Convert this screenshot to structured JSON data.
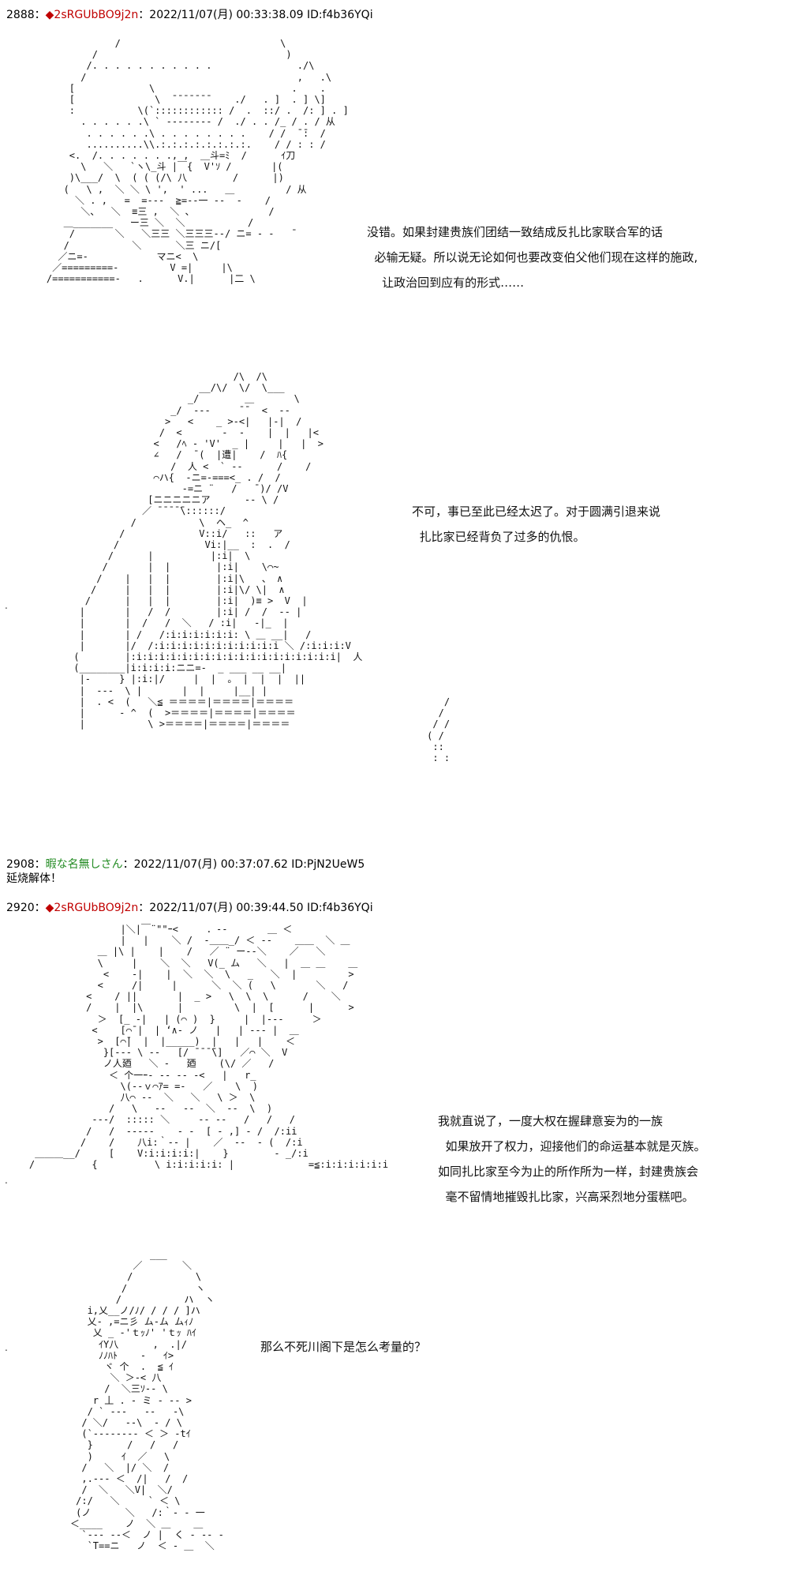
{
  "posts": [
    {
      "number": "2888",
      "separator": "：",
      "diamond": "◆",
      "name": "2sRGUbBO9j2n",
      "meta": "：2022/11/07(月) 00:33:38.09 ID:f4b36YQi",
      "dialog": "没错。如果封建贵族们团结一致结成反扎比家联合军的话\n  必输无疑。所以说无论如何也要改变伯父他们现在这样的施政,\n    让政治回到应有的形式……"
    },
    {
      "dialog": "不可，事已至此已经太迟了。对于圆满引退来说\n  扎比家已经背负了过多的仇恨。"
    },
    {
      "number": "2908",
      "separator": "：",
      "name": "暇な名無しさん",
      "meta": "：2022/11/07(月) 00:37:07.62 ID:PjN2UeW5",
      "body": "延烧解体！"
    },
    {
      "number": "2920",
      "separator": "：",
      "diamond": "◆",
      "name": "2sRGUbBO9j2n",
      "meta": "：2022/11/07(月) 00:39:44.50 ID:f4b36YQi",
      "dialog": "我就直说了，一度大权在握肆意妄为的一族\n  如果放开了权力，迎接他们的命运基本就是灭族。\n如同扎比家至今为止的所作所为一样，封建贵族会\n  毫不留情地摧毁扎比家，兴高采烈地分蛋糕吧。"
    },
    {
      "dialog": "那么不死川阁下是怎么考量的？"
    }
  ],
  "ascii_art": {
    "aa1": "                /                            \\\n            /                                 )\n           /. . . . . . . . . . .               ./\\\n          /                                     ,   .\\\n        [             \\                        .    .\n        [              \\  ̄ ̄ ̄ ̄ ̄ ̄ ̄     ./   . ]  . ] \\]\n        :           \\(`:::::::::::: /  .  ::/ .  /: ] . ]\n          . . . . . .\\ ` ‐‐‐‐‐‐‐‐ /  ./ . . /_ / . / 从\n           . . . . . .\\ . . . . . . . .    / /  ̄ ̄:  /\n           ..........\\\\.:.:.:.:.:.:.:.:.    / / : : /\n        <.  /. . . . . . ., ,  ＿斗=ﾐ  /      ｲ刀\n          \\   ＼   `ヽ\\_斗 |￣{  V'ｿ /       |(\n        )\\___/  \\  ( ( (/\\ 八        /      |)\n       (   \\ ,  ＼ ＼ \\ ',  ' ...   ＿         / 从\n         ＼ . ,   =  =-‐-  ≧=--一 ‐‐  -    /\n          ＼、  ＼  ≡三 ,  ＼ 、             /\n       ＿_______   ー三 ＼  ＼           /\n        /       ＼   ＼三三 ＼三三三--/ ニ= - -   ̄\n       /           ＼      ＼三 ニ/[\n      ／ニ=-            マニ<  \\\n     ／=========-         V =|     |\\\n    /===========-   .      V.|      |二 \\",
    "aa2": "                                  /\\  /\\\n                            __/\\/  \\/  \\___\n                          _/        ＿       \\\n                       _/  ‐‐‐     ̄ ̄   <  ‐‐\n                      >   <    _ >‐<|   |‐|  /\n                     /  <       ‐  ‐    |  |   |<\n                    <   /ﾍ ‐ 'V'  _ |     |   |  >\n                    ∠   /  ̄ (  |遭|    /  ﾊ{\n                       /  人 <  ` ‐‐      /    /\n                    ⌒ハ{  ‐ニ=‐===<_ . /  /\n                         ‐=ニ ¨   /   ̄ )/ /V\n                   [ニニニニニア      ‐‐ \\ /\n                  ／ ̄ ̄ ̄ ̄ ̄\\::::::/\n                /           \\  ヘ_  ^\n              /             V::i/   ::   ア\n             /               Vi:|__  :  .  /\n            /      |          |:i|  \\  \n           /       |  |        |:i|    \\⌒~\n          /    |   |  |        |:i|\\   、 ∧\n         /     |   |  |        |:i|\\/ \\|  ∧  \n        /      |   |  |        |:i|  )≡ >  V  |\n       |       |   /  /        |:i| /  /  ‐‐ |\n       |       |  /   /  ＼   / :i|   ‐|_  |\n       |       | /   /:i:i:i:i:i:i: \\ ＿ __|   /\n       |       |/  /:i:i:i:i:i:i:i:i:i:i:i ＼ /:i:i:i:V\n      (        |:i:i:i:i:i:i:i:i:i:i:i:i:i:i:i:i:i:i|  人\n      (________|i:i:i:i:ニニ=-  _ ___ __ __|\n       |‐     } |:i:|/     |  |  。 |  |  |  ||\n       |  ‐‐‐  \\ |       |  |     |__| |\n       |  . <  (   ＼≦ ＝＝＝＝|＝＝＝＝|＝＝＝＝\n       |      ‐ ^  (  >＝＝＝＝|＝＝＝＝|＝＝＝＝\n       |           \\ >＝＝＝＝|＝＝＝＝|＝＝＝＝",
    "aa3": "                              /\\\n                            /   \\\n                          /  \\    \\\n                        / , ' ̄ \\  ＿\n                       /  /    | |  ‐  |\n                      /  / /  | |    | |\n                     / , '  ‐<_| | |  |\n                    / /    ＼   | |  |\n                   / /  ／   ＼ ‐ |   /\n                  / /  /  ＼  ＼  ‐ \\\n                 / / /  .:::::: ＼  \\ /\n                / /  /  ‐‐  ‐ \\  /\n               / /   ~~~     /  \\\n              ( /    ,  '   / ー\n               ::  ‐‐  |\n               : :  | ‐‐‐ ‐‐",
    "aa4": "                    |＼|￣¨\"\"ｰ<     ．‐‐       ＿ ＜\n                    |   |    ＼ /  ‐＿＿_/ ＜ ‐‐    ＿＿  ＼ ＿\n                ＿ |\\ |    |    /   ／ ¨ ー--＼    ／   ＼\n                \\     |    ＼  ＼   V(_ ム   ＼   |  ＿ ＿    ＿\n                 <    ‐|    |  ＼  ＼  \\   _   ＼  |         >\n                <     /|     |      ＼  ＼ (   \\       ＼   /\n              <    / ||       |  _ >   \\  \\  \\      /    ＼\n              /    |  |\\      |         \\  |  [      |      >\n                ＞  [_ ‐|   | (⌒ )  }     |  |‐‐‐     ＞\n               <    [⌒̄ |  | ʻ∧- ノ   |   | ‐‐‐ |  ＿\n                >  [⌒̄|  |  |_____)  |   |   |    ＜\n                 }[‐‐‐ \\ ‐‐   [/ ̄ ̄ ̄ ̄\\]   ／⌒ ＼  V\n                 ノ人廼   ＼ ‐   廼    (\\/ ／   /\n                  ＜ 个一ｰ‐ ‐‐ ‐‐ ‐<   |   r_\n                    \\(‐‐ｖ⌒ｱ= =‐   ／    \\  )\n                    八⌒ ‐‐  ＼   ＼   \\ ＞  \\\n                  /   \\   ‐‐   ‐‐  ＼  ‐‐  \\  )\n               ‐‐‐/  ::::: ＼     ‐‐ ‐‐   /   /   /\n              /   /  ‐‐‐‐‐    ‐ ‐  [ ‐ ,] ‐ /  /:ii\n             /    /    八i:｀‐‐ |    ／  ‐‐  ‐ (  /:i\n     ＿＿＿__/     [    V:i:i:i:i:|    }        ‐ _/:i\n    /          {          \\ i:i:i:i:i: |             =≦:i:i:i:i:i:i",
    "aa5": "                  ___\n               ／       ＼\n              /           \\\n             /            ヽ\n            /           ハ  ヽ\n       i,乂__ノ/ﾉ/ / / / ]ハ\n       乂- ,=ニ彡 ム‐ム ムｨﾉ\n        乂 _ -'ｔｯﾉ' 'ｔｯ ﾊｲ\n         ｲY八      ,  .|/\n         ﾉﾉﾊﾄ    ‐   ｲ>\n          ヾ 个  .  ≦ ｲ\n           ＼ ＞‐< 八\n          /  ＼三ｿ‐‐ \\\n        r 丄 . ‐ ミ ‐ ‐‐ >\n       / ` ‐‐‐   ‐‐   ‐\\\n      / ＼/   ‐‐\\  ‐ / \\\n      (`‐‐‐‐‐‐‐‐ ＜ ＞ ‐tｲ\n       }      /   /   /\n       )     ｲ  ／   \\\n      /   ＼  |/ ＼  /\n      ,.‐‐‐ ＜  /|   /  /\n      /  ＼   ＼V|  ＼/\n     /:/   ＼     ` ＜ \\\n     (ノ      ＼   /:｀‐ ‐ 一\n    ＜____    ノ  ＼ ＿    ＿\n      `‐‐‐ ‐‐＜  ノ |  く ‐ ‐‐ ‐\n       `T==ニ   ノ  ＜ ‐ ＿  ＼"
  }
}
